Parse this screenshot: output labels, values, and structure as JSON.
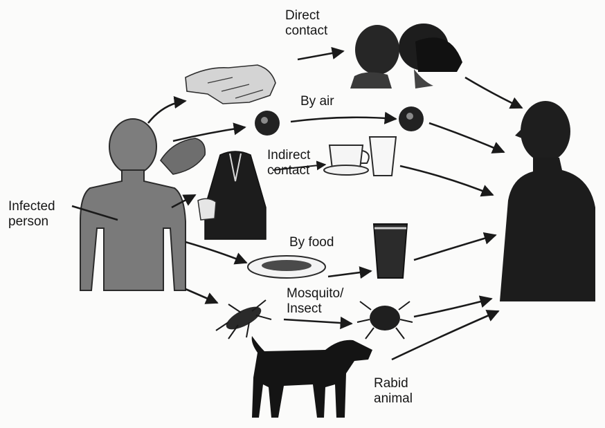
{
  "diagram": {
    "nodes": {
      "source_label": [
        "Infected",
        "person"
      ],
      "direct_contact_label": [
        "Direct",
        "contact"
      ],
      "by_air_label": "By air",
      "indirect_contact_label": [
        "Indirect",
        "contact"
      ],
      "by_food_label": "By food",
      "insect_label": [
        "Mosquito/",
        "Insect"
      ],
      "animal_label": [
        "Rabid",
        "animal"
      ]
    }
  }
}
